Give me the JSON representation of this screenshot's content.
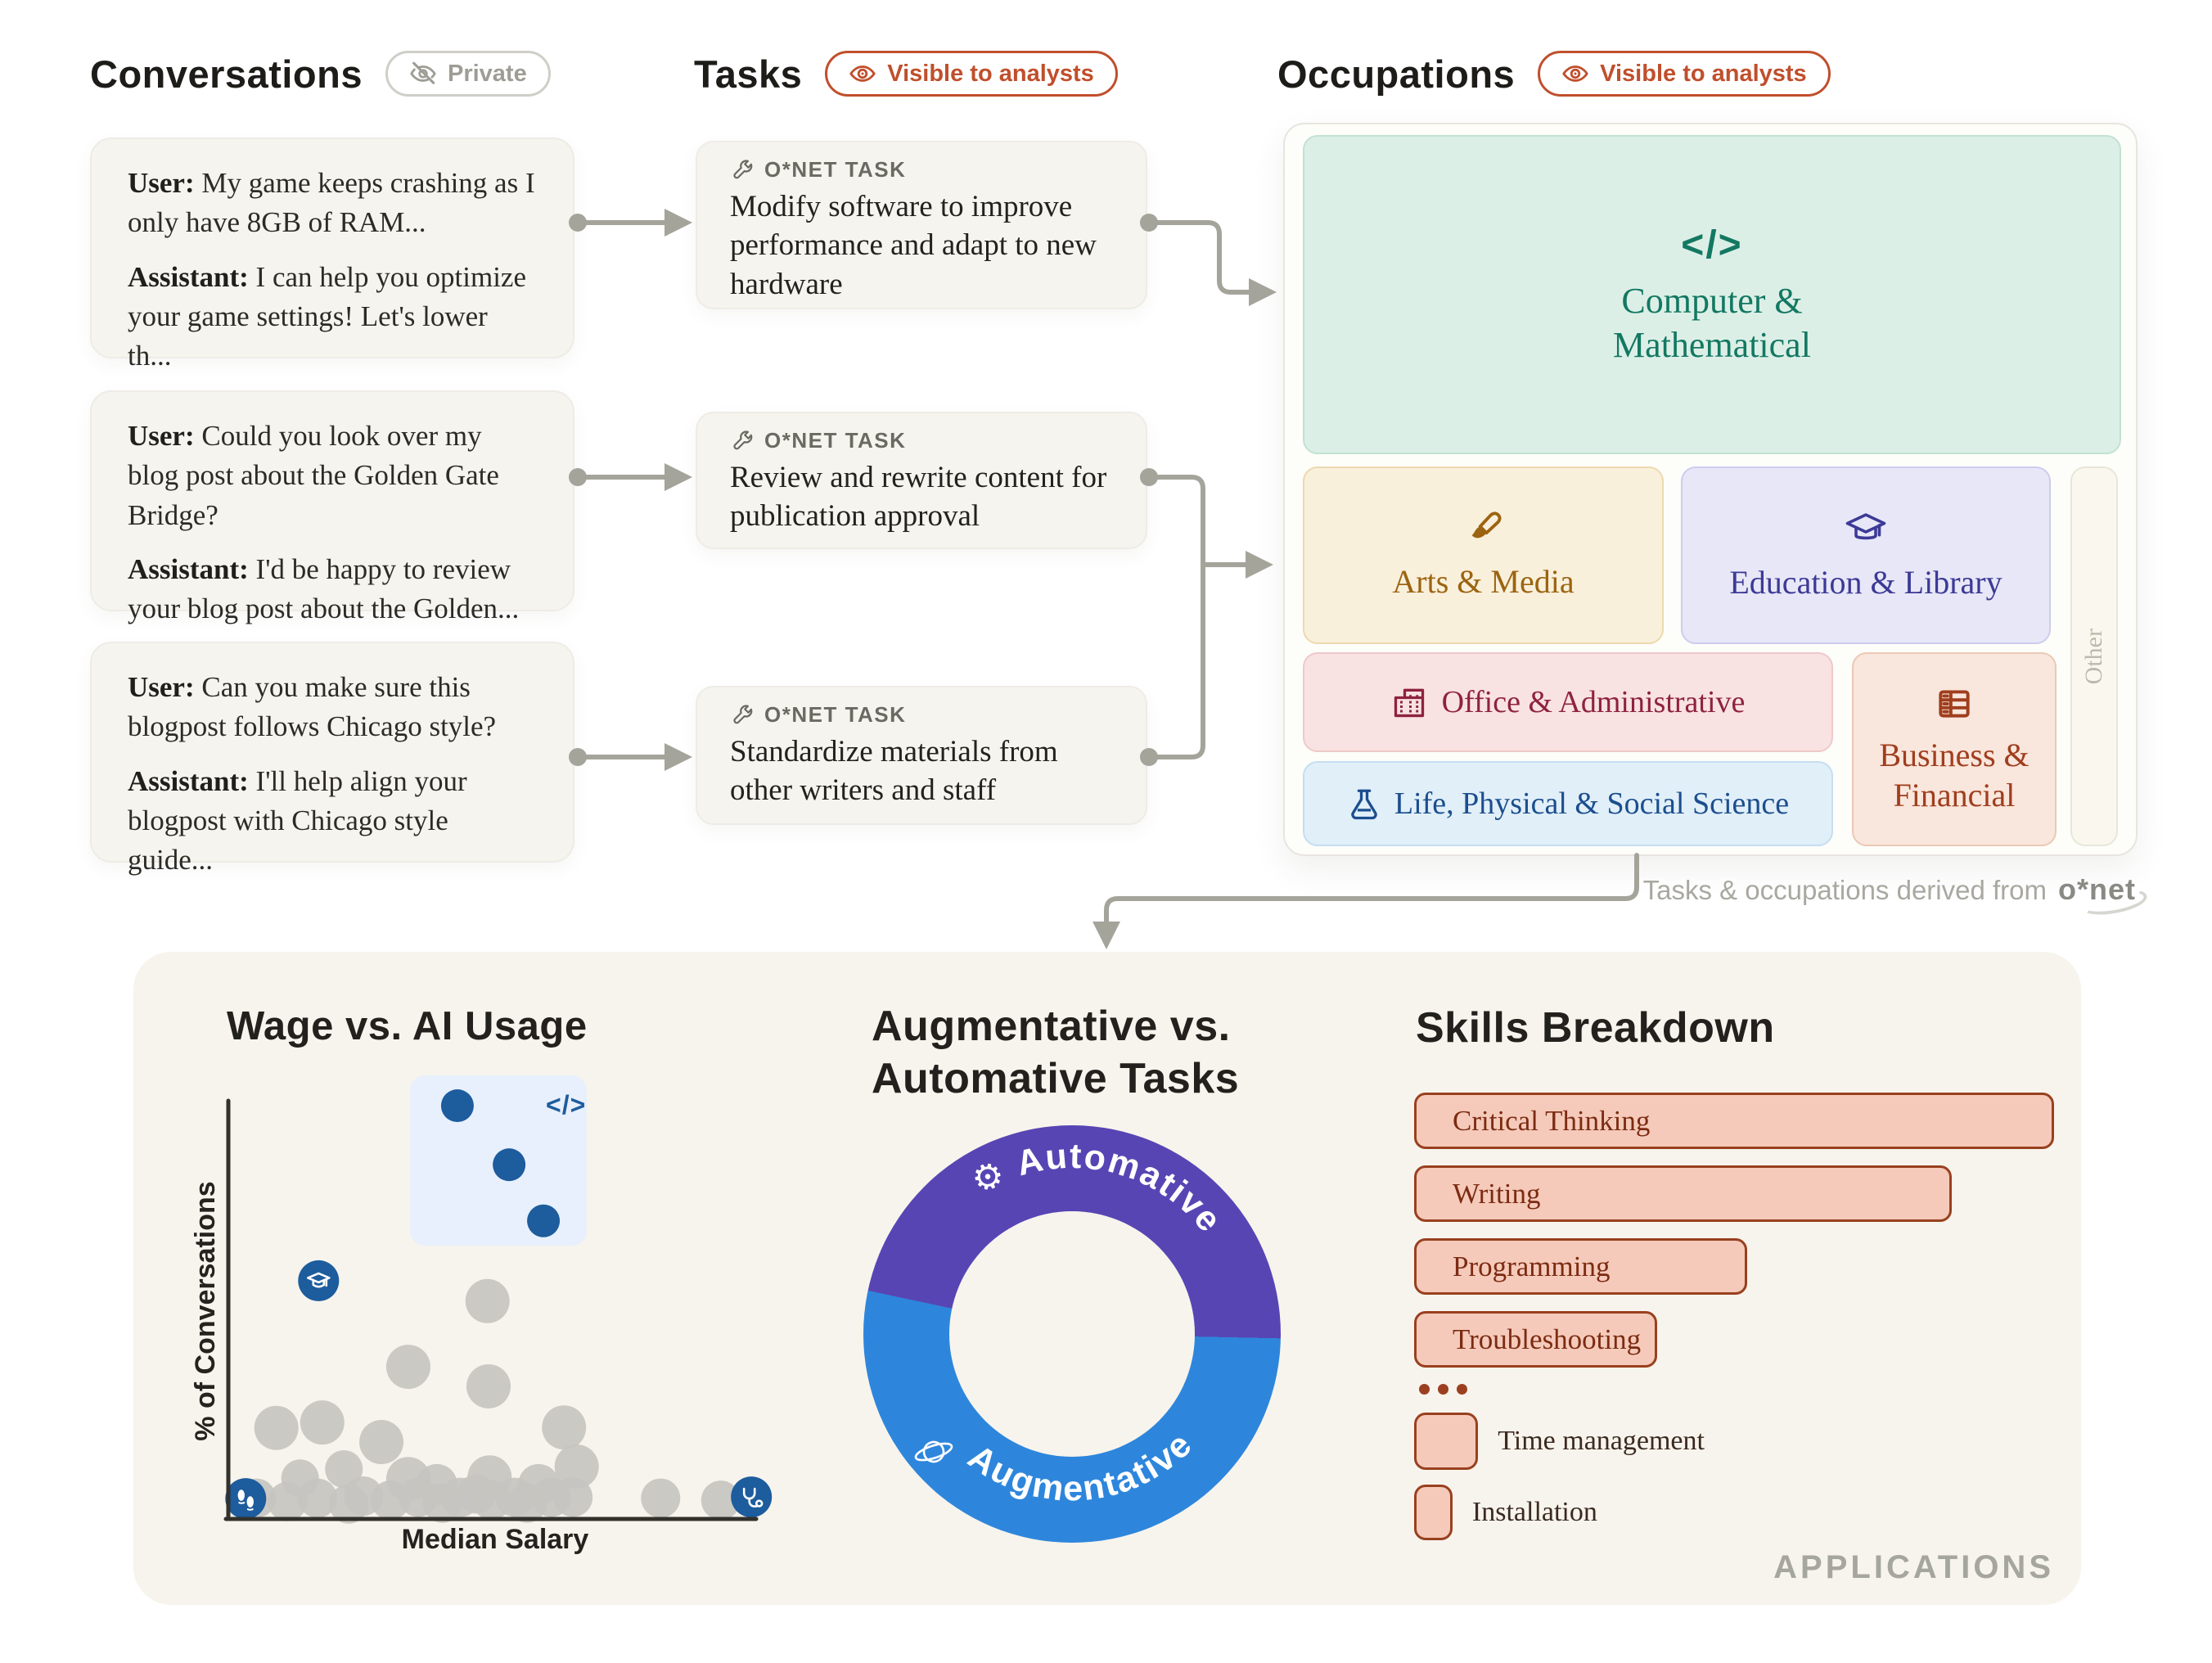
{
  "conversations": {
    "title": "Conversations",
    "badge": "Private",
    "cards": [
      {
        "user_label": "User:",
        "user_text": " My game keeps crashing as I only have 8GB of RAM...",
        "assistant_label": "Assistant:",
        "assistant_text": " I can help you optimize your game settings! Let's lower th..."
      },
      {
        "user_label": "User:",
        "user_text": " Could you look over my blog post about the Golden Gate Bridge?",
        "assistant_label": "Assistant:",
        "assistant_text": " I'd be happy to review your blog post about the Golden..."
      },
      {
        "user_label": "User:",
        "user_text": " Can you make sure this blogpost follows Chicago style?",
        "assistant_label": "Assistant:",
        "assistant_text": " I'll help align your blogpost with Chicago style guide..."
      }
    ]
  },
  "tasks": {
    "title": "Tasks",
    "badge": "Visible to analysts",
    "onet_label": "O*NET TASK",
    "cards": [
      {
        "text": "Modify software to improve performance and adapt to new hardware"
      },
      {
        "text": "Review and rewrite content for publication approval"
      },
      {
        "text": "Standardize materials from other writers and staff"
      }
    ]
  },
  "occupations": {
    "title": "Occupations",
    "badge": "Visible to analysts",
    "boxes": {
      "computer": {
        "icon_text": "</>",
        "line1": "Computer &",
        "line2": "Mathematical"
      },
      "arts": {
        "label": "Arts & Media"
      },
      "education": {
        "label": "Education & Library"
      },
      "office": {
        "label": "Office & Administrative"
      },
      "life": {
        "label": "Life, Physical & Social Science"
      },
      "business": {
        "line1": "Business &",
        "line2": "Financial"
      },
      "other": {
        "label": "Other"
      }
    },
    "source_note": "Tasks & occupations derived from",
    "source_logo": "o*net"
  },
  "applications": {
    "footer_label": "APPLICATIONS",
    "wage": {
      "title": "Wage vs. AI Usage"
    },
    "donut": {
      "title_line1": "Augmentative vs.",
      "title_line2": "Automative Tasks"
    },
    "skills": {
      "title": "Skills Breakdown"
    }
  },
  "chart_data": [
    {
      "type": "scatter",
      "title": "Wage vs. AI Usage",
      "xlabel": "Median Salary",
      "ylabel": "% of Conversations",
      "axis_numeric_labels": false,
      "grid": false,
      "series": [
        {
          "name": "Other occupations",
          "color": "#c5c4c0",
          "points": [
            [
              0.091,
              0.219,
              27
            ],
            [
              0.178,
              0.232,
              27
            ],
            [
              0.29,
              0.185,
              27
            ],
            [
              0.341,
              0.366,
              27
            ],
            [
              0.491,
              0.524,
              27
            ],
            [
              0.493,
              0.319,
              27
            ],
            [
              0.636,
              0.22,
              27
            ],
            [
              0.66,
              0.126,
              27
            ],
            [
              0.495,
              0.1,
              27
            ],
            [
              0.341,
              0.096,
              27
            ],
            [
              0.395,
              0.083,
              25
            ],
            [
              0.588,
              0.083,
              25
            ],
            [
              0.219,
              0.12,
              23
            ],
            [
              0.136,
              0.098,
              23
            ],
            [
              0.053,
              0.05,
              24
            ],
            [
              0.112,
              0.042,
              24
            ],
            [
              0.169,
              0.05,
              24
            ],
            [
              0.228,
              0.036,
              24
            ],
            [
              0.256,
              0.055,
              24
            ],
            [
              0.307,
              0.045,
              24
            ],
            [
              0.36,
              0.052,
              24
            ],
            [
              0.406,
              0.038,
              24
            ],
            [
              0.44,
              0.052,
              24
            ],
            [
              0.47,
              0.06,
              24
            ],
            [
              0.499,
              0.045,
              24
            ],
            [
              0.543,
              0.052,
              24
            ],
            [
              0.566,
              0.038,
              24
            ],
            [
              0.612,
              0.052,
              24
            ],
            [
              0.653,
              0.052,
              24
            ],
            [
              0.819,
              0.05,
              24
            ],
            [
              0.933,
              0.045,
              24
            ]
          ]
        },
        {
          "name": "Computer & Mathematical (highlighted cluster)",
          "color": "#1d5c9d",
          "box_icon": "</>",
          "points": [
            [
              0.434,
              0.994,
              20
            ],
            [
              0.532,
              0.852,
              20
            ],
            [
              0.597,
              0.717,
              20
            ]
          ]
        },
        {
          "name": "Icon-marked occupations",
          "color": "#1d5c9d",
          "icon_points": [
            {
              "icon": "graduation-cap",
              "x": 0.171,
              "y": 0.573,
              "r": 25
            },
            {
              "icon": "footsteps",
              "x": 0.033,
              "y": 0.049,
              "r": 25
            },
            {
              "icon": "stethoscope",
              "x": 0.991,
              "y": 0.053,
              "r": 25
            }
          ]
        }
      ]
    },
    {
      "type": "pie",
      "donut": true,
      "title": "Augmentative vs. Automative Tasks",
      "rotation_deg": 282,
      "segments": [
        {
          "label": "Automative",
          "icon_glyph": "⚙",
          "value_pct": 47,
          "color": "#5845b4"
        },
        {
          "label": "Augmentative",
          "icon": "planet",
          "value_pct": 53,
          "color": "#2e86dc"
        }
      ]
    },
    {
      "type": "bar",
      "orientation": "horizontal",
      "title": "Skills Breakdown",
      "color": "#f5caba",
      "border_color": "#99401f",
      "categories": [
        "Critical Thinking",
        "Writing",
        "Programming",
        "Troubleshooting"
      ],
      "values_relative": [
        100,
        84,
        52,
        38
      ],
      "more_indicator": "•••",
      "more_items": [
        {
          "label": "Time management",
          "value_relative": 10
        },
        {
          "label": "Installation",
          "value_relative": 6
        }
      ]
    }
  ]
}
